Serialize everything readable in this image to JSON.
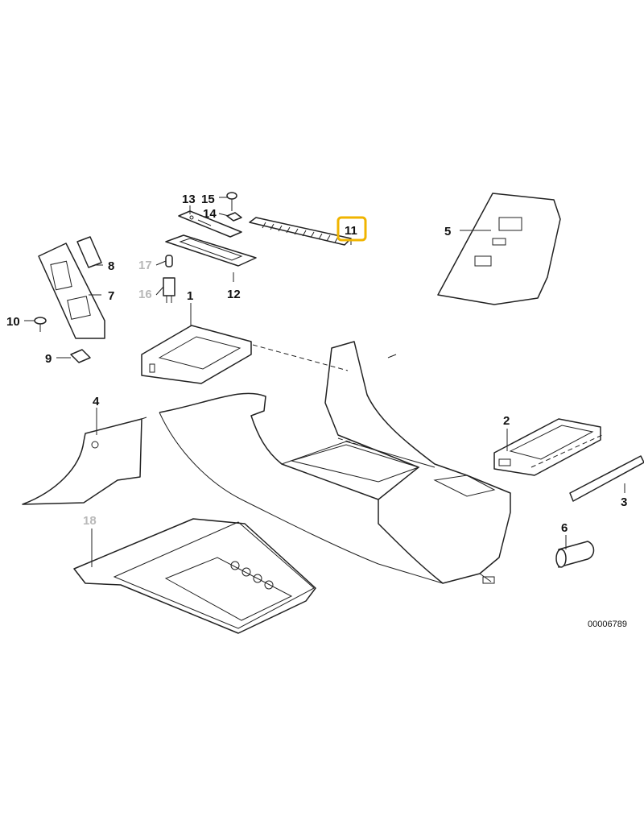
{
  "diagram": {
    "highlight_color": "#f0b400",
    "callouts": [
      {
        "id": "1",
        "text": "1"
      },
      {
        "id": "2",
        "text": "2"
      },
      {
        "id": "3",
        "text": "3"
      },
      {
        "id": "4",
        "text": "4"
      },
      {
        "id": "5",
        "text": "5"
      },
      {
        "id": "6",
        "text": "6"
      },
      {
        "id": "7",
        "text": "7"
      },
      {
        "id": "8",
        "text": "8"
      },
      {
        "id": "9",
        "text": "9"
      },
      {
        "id": "10",
        "text": "10"
      },
      {
        "id": "11",
        "text": "11",
        "highlighted": true
      },
      {
        "id": "12",
        "text": "12"
      },
      {
        "id": "13",
        "text": "13"
      },
      {
        "id": "14",
        "text": "14"
      },
      {
        "id": "15",
        "text": "15"
      },
      {
        "id": "16",
        "text": "16",
        "greyed": true
      },
      {
        "id": "17",
        "text": "17",
        "greyed": true
      },
      {
        "id": "18",
        "text": "18",
        "greyed": true
      }
    ],
    "diagram_code": "00006789"
  }
}
